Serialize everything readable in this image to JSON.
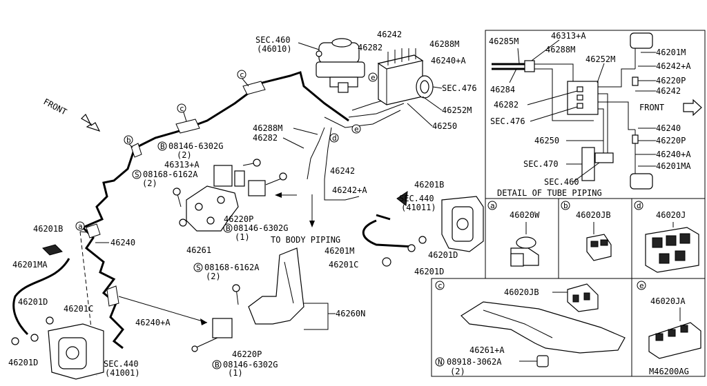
{
  "diagram": {
    "diagram_id": "M46200AG",
    "front_label": "FRONT",
    "detail_caption": "DETAIL OF TUBE PIPING",
    "to_body_label": "TO BODY PIPING",
    "main_labels": {
      "sec460": "SEC.460",
      "sec460_sub": "(46010)",
      "p46242_top": "46242",
      "p46282_top": "46282",
      "p46288m_top": "46288M",
      "p46240a_top": "46240+A",
      "sec476": "SEC.476",
      "p46252m": "46252M",
      "p46250": "46250",
      "p46288m_mid": "46288M",
      "p46282_mid": "46282",
      "bolt_b_1": "08146-6302G",
      "bolt_b_1_qty": "(2)",
      "p46313a": "46313+A",
      "screw_s_1": "08168-6162A",
      "screw_s_1_qty": "(2)",
      "p46242_mid": "46242",
      "p46242a_mid": "46242+A",
      "p46201b_right": "46201B",
      "sec440_right": "SEC.440",
      "sec440_right_sub": "(41011)",
      "p46220p_mid": "46220P",
      "bolt_b_2": "08146-6302G",
      "bolt_b_2_qty": "(1)",
      "p46261": "46261",
      "p46201m": "46201M",
      "p46201c_right": "46201C",
      "p46201d_right1": "46201D",
      "p46201d_right2": "46201D",
      "p46201b_left": "46201B",
      "p46240": "46240",
      "p46201ma": "46201MA",
      "p46201d_left1": "46201D",
      "p46201c_left": "46201C",
      "p46240a_bottom": "46240+A",
      "screw_s_2": "08168-6162A",
      "screw_s_2_qty": "(2)",
      "p46260n": "46260N",
      "p46201d_left2": "46201D",
      "sec440_left": "SEC.440",
      "sec440_left_sub": "(41001)",
      "p46220p_bottom": "46220P",
      "bolt_b_3": "08146-6302G",
      "bolt_b_3_qty": "(1)"
    },
    "detail_labels": {
      "p46285m": "46285M",
      "p46313a": "46313+A",
      "p46288m": "46288M",
      "p46201m": "46201M",
      "p46242a": "46242+A",
      "p46252m": "46252M",
      "p46220p_top": "46220P",
      "p46284": "46284",
      "p46242": "46242",
      "p46282": "46282",
      "sec476": "SEC.476",
      "p46240": "46240",
      "p46220p_bottom": "46220P",
      "p46250": "46250",
      "p46240a": "46240+A",
      "sec470": "SEC.470",
      "p46201ma": "46201MA",
      "sec460": "SEC.460"
    },
    "clip_panels": {
      "a_part": "46020W",
      "b_part": "46020JB",
      "d_part": "46020J",
      "c_part_top": "46020JB",
      "c_part_bottom": "46261+A",
      "c_nut": "08918-3062A",
      "c_nut_qty": "(2)",
      "e_part": "46020JA"
    },
    "callouts": {
      "a": "a",
      "b": "b",
      "c": "c",
      "d": "d",
      "e": "e",
      "bolt_prefix": "B",
      "screw_prefix": "S",
      "nut_prefix": "N"
    }
  }
}
